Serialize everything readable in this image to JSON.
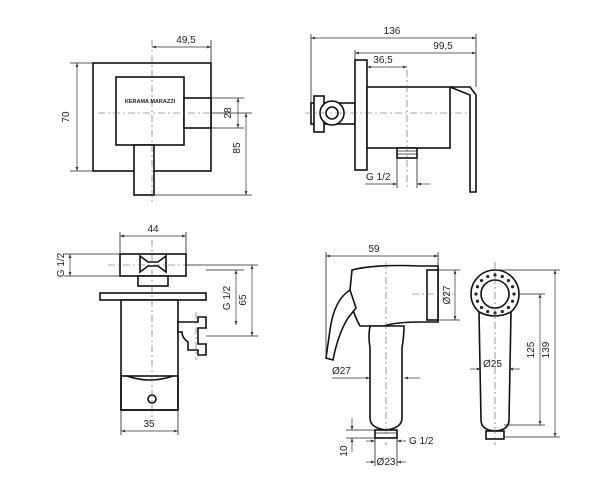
{
  "views": {
    "front": {
      "brand_text": "KERAMA MARAZZI",
      "dims": {
        "width_offset": "49,5",
        "plate_height": "70",
        "inlet_height": "28",
        "total_height": "85"
      }
    },
    "side": {
      "dims": {
        "total_depth": "136",
        "body_depth": "99,5",
        "outlet_offset": "36,5",
        "thread": "G 1/2"
      }
    },
    "bottom": {
      "dims": {
        "body_width": "44",
        "top_thread": "G 1/2",
        "holder_thread": "G 1/2",
        "holder_height": "65",
        "base_width": "35"
      }
    },
    "handshower_side": {
      "dims": {
        "length": "59",
        "head_diameter": "Ø27",
        "grip_diameter": "Ø27",
        "tip_length": "10",
        "thread": "G 1/2",
        "tip_diameter": "Ø23"
      }
    },
    "handshower_front": {
      "dims": {
        "face_diameter": "Ø25",
        "grip_length": "125",
        "total_length": "139"
      }
    }
  }
}
